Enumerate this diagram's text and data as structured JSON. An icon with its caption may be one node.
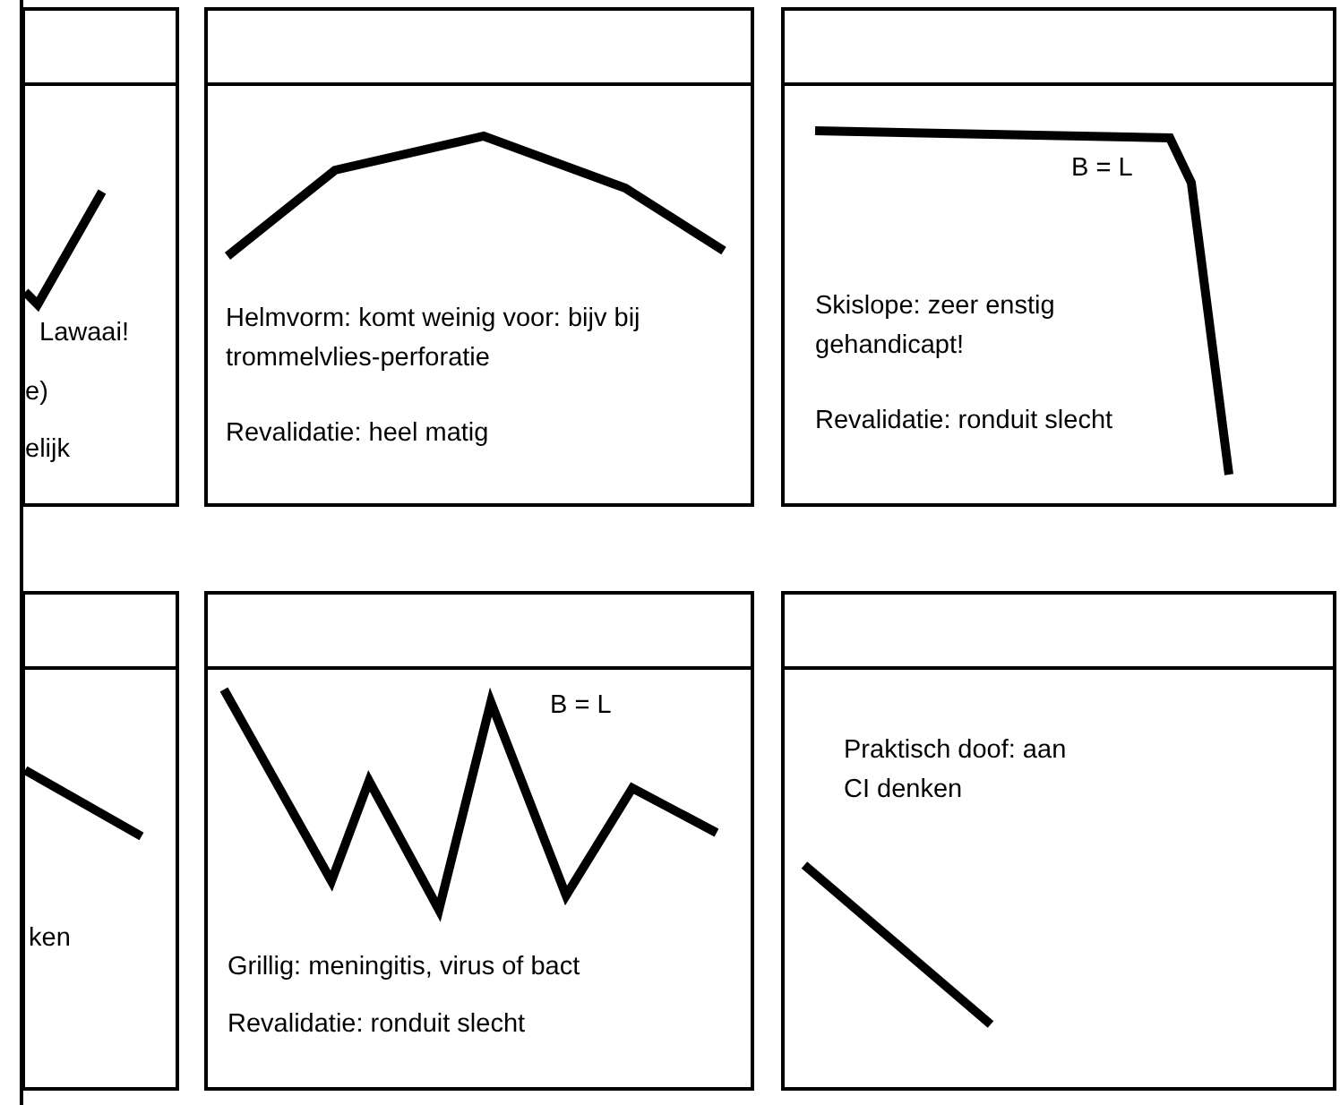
{
  "diagram": {
    "nodes": [
      {
        "text": [],
        "shape": "box"
      },
      {
        "text": [
          "Lawaai!",
          "e)",
          "elijk"
        ]
      },
      {
        "text": [],
        "shape": "box"
      },
      {
        "text": [
          "Helmvorm: komt weinig voor: bijv bij trommelvlies-perforatie",
          "Revalidatie: heel matig"
        ]
      },
      {
        "text": [],
        "shape": "box"
      },
      {
        "text": [
          "B = L",
          "Skislope: zeer enstig gehandicapt!",
          "Revalidatie:  ronduit slecht"
        ]
      },
      {
        "text": [],
        "shape": "box"
      },
      {
        "text": [
          "ken"
        ]
      },
      {
        "text": [],
        "shape": "box"
      },
      {
        "text": [
          "B = L",
          "Grillig: meningitis, virus of bact",
          "Revalidatie: ronduit slecht"
        ]
      },
      {
        "text": [],
        "shape": "box"
      },
      {
        "text": [
          "Praktisch doof: aan CI denken"
        ]
      }
    ]
  }
}
